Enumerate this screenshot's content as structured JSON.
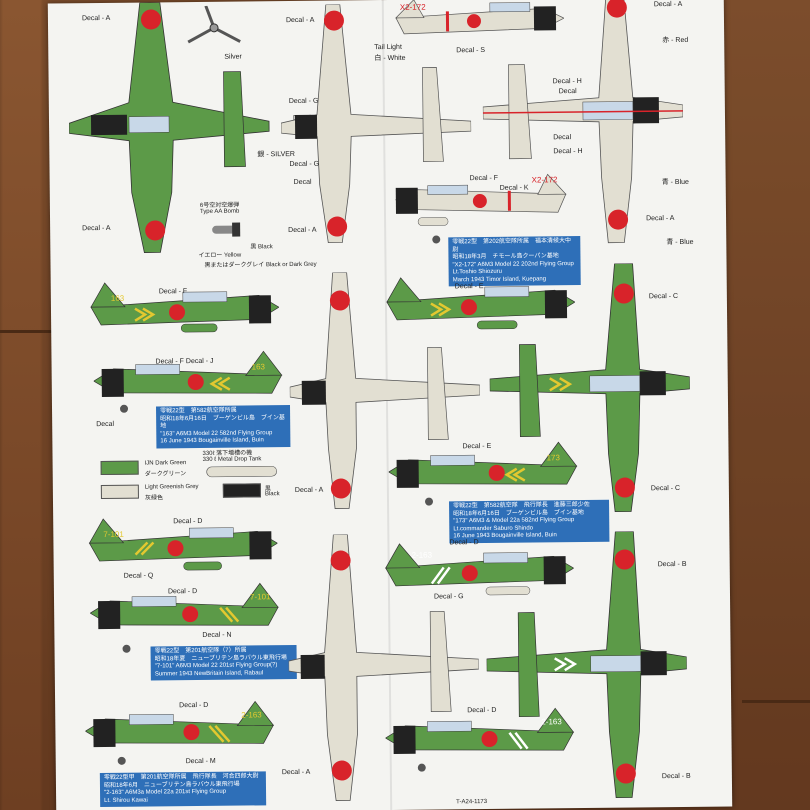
{
  "colors": {
    "green": "#5c9a48",
    "light_grey": "#e2dfd2",
    "black": "#222222",
    "red": "#d8232a",
    "blue_box": "#2e6fb8",
    "yellow": "#e3c830"
  },
  "labels": {
    "decal_a": "Decal - A",
    "decal_b": "Decal - B",
    "decal_c": "Decal - C",
    "decal_d": "Decal - D",
    "decal_e": "Decal - E",
    "decal_f": "Decal - F",
    "decal_fj": "Decal - F   Decal - J",
    "decal_g": "Decal - G",
    "decal_h": "Decal - H",
    "decal_k": "Decal - K",
    "decal_m": "Decal - M",
    "decal_n": "Decal - N",
    "decal_q": "Decal - Q",
    "decal_s": "Decal - S",
    "decal": "Decal",
    "silver": "Silver",
    "silver_caps": "銀 - SILVER",
    "tail_light": "Tail Light",
    "white": "白 - White",
    "red": "赤 - Red",
    "blue": "青 - Blue",
    "bomb": "6号空対空爆弾\nType AA Bomb",
    "yellow": "イエロー  Yellow",
    "black_1": "黒 Black",
    "black_dark": "黒またはダークグレイ  Black or Dark Grey",
    "drop_tank": "330ℓ 落下増槽の機\n330 ℓ Metal Drop Tank",
    "swatch_green": "IJN Dark Green",
    "swatch_green_jp": "ダークグリーン",
    "swatch_grey": "Light Greenish Grey",
    "swatch_grey_jp": "灰緑色",
    "swatch_black": "Black",
    "swatch_black_jp": "黒"
  },
  "info_boxes": [
    {
      "lines": [
        "零戦22型　第202航空隊所属　福本清候大中尉",
        "昭和18年3月　チモール島クーパン基地",
        "\"X2-172\" A6M3 Model 22 202nd Flying Group",
        "Lt.Toshio Shiozuru",
        "March 1943 Timor Island, Kuepang"
      ]
    },
    {
      "lines": [
        "零戦22型　第582航空隊所属",
        "昭和18年6月16日　ブーゲンビル島　ブイン基地",
        "\"163\" A6M3 Model 22 582nd Flying Group",
        "16 June 1943 Bougainville Island, Buin"
      ]
    },
    {
      "lines": [
        "零戦22型　第582航空隊　飛行隊長　進藤三郎少佐",
        "昭和18年6月16日　ブーゲンビル島　ブイン基地",
        "\"173\" A6M3 & Model 22a 582nd Flying Group",
        "Lt.commander Saburo Shindo",
        "16 June 1943 Bougainville Island, Buin"
      ]
    },
    {
      "lines": [
        "零戦22型　第201航空隊（7）所属",
        "昭和18年夏　ニューブリテン島ラバウル東飛行場",
        "\"7-101\" A6M3 Model 22 201st Flying Group(?)",
        "Summer 1943 NewBritain Island, Rabaul"
      ]
    },
    {
      "lines": [
        "零戦22型甲　第201航空隊所属　飛行隊長　河合四郎大尉",
        "昭和18年6月　ニューブリテン島ラバウル東飛行場",
        "\"2-163\" A6M3a Model 22a 201st Flying Group",
        "Lt. Shirou Kawai"
      ]
    }
  ],
  "codes": {
    "x2_172": "X2-172",
    "n163": "163",
    "n173": "173",
    "n7_101": "7-101",
    "n2_163": "2-163"
  },
  "footer": "T-A24-1173"
}
